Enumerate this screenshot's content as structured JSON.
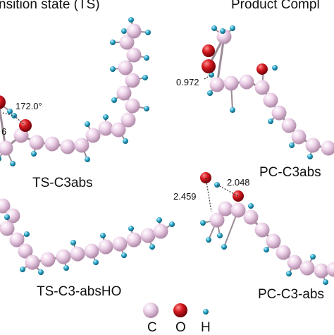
{
  "sections": {
    "ts_title": "nsition state (TS)",
    "pc_title": "Product Compl"
  },
  "panels": {
    "ts_c3abs": "TS-C3abs",
    "ts_c3_absho": "TS-C3-absHO",
    "pc_c3abs": "PC-C3abs",
    "pc_c3_abs": "PC-C3-abs"
  },
  "measurements": {
    "angle": "172.0°",
    "bond_left": "6",
    "bond_oh": "0.972",
    "bond_a": "2.048",
    "bond_b": "2.459"
  },
  "legend": {
    "items": [
      {
        "symbol": "C",
        "color": "#e6c6e0"
      },
      {
        "symbol": "O",
        "color": "#c8141c"
      },
      {
        "symbol": "H",
        "color": "#2aa6c8"
      }
    ]
  },
  "colors": {
    "carbon": "#e6c6e0",
    "oxygen": "#c8141c",
    "hydrogen": "#2aa6c8",
    "bond": "#9a8a96"
  }
}
